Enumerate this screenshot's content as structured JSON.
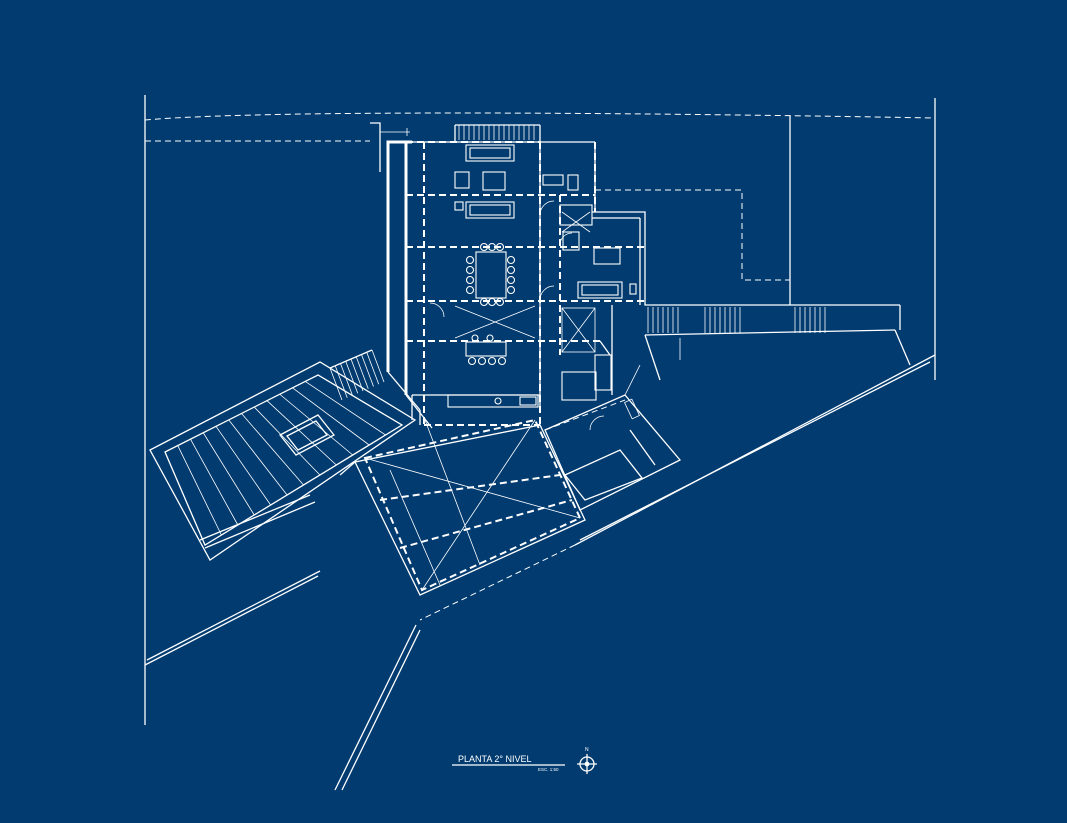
{
  "drawing": {
    "background_color": "#013B70",
    "line_color": "#FFFFFF",
    "title": "PLANTA 2° NIVEL",
    "scale_note": "ESC. 1:50",
    "north_label": "N"
  }
}
